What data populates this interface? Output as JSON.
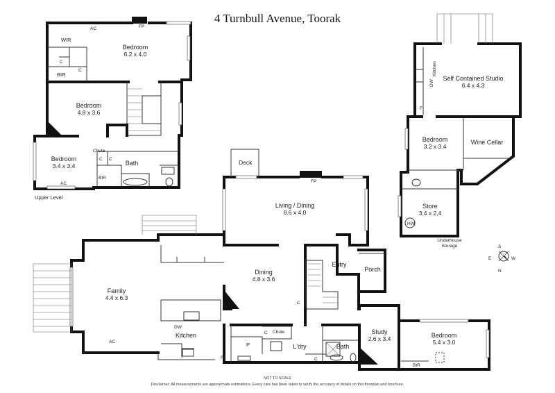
{
  "title": "4 Turnbull Avenue, Toorak",
  "level_label": "Upper Level",
  "rooms": {
    "bedroom_upper_master": {
      "name": "Bedroom",
      "dim": "6.2 x 4.0"
    },
    "bedroom_upper_mid": {
      "name": "Bedroom",
      "dim": "4.8 x 3.6"
    },
    "bedroom_upper_small": {
      "name": "Bedroom",
      "dim": "3.4 x 3.4"
    },
    "studio": {
      "name": "Self Contained Studio",
      "dim": "6.4 x 4.3"
    },
    "bedroom_studio": {
      "name": "Bedroom",
      "dim": "3.2 x 3.4"
    },
    "wine_cellar": {
      "name": "Wine Cellar"
    },
    "store": {
      "name": "Store",
      "dim": "3.4 x 2.4"
    },
    "living": {
      "name": "Living / Dining",
      "dim": "8.6 x 4.0"
    },
    "family": {
      "name": "Family",
      "dim": "4.4 x 6.3"
    },
    "dining": {
      "name": "Dining",
      "dim": "4.8 x 3.6"
    },
    "entry": {
      "name": "Entry"
    },
    "porch": {
      "name": "Porch"
    },
    "study": {
      "name": "Study",
      "dim": "2.6 x 3.4"
    },
    "bedroom_ground": {
      "name": "Bedroom",
      "dim": "5.4 x 3.0"
    },
    "kitchen": {
      "name": "Kitchen"
    },
    "laundry": {
      "name": "L'dry"
    },
    "bath_ground": {
      "name": "Bath"
    },
    "bath_upper": {
      "name": "Bath"
    },
    "deck": {
      "name": "Deck"
    },
    "pantry": {
      "name": "P"
    }
  },
  "fixtures": {
    "wir": "WIR",
    "bir": "BIR",
    "c": "C",
    "ac": "AC",
    "fp": "FP",
    "chute": "Chute",
    "dw": "DW",
    "kitchen_vertical": "Kitchen",
    "f": "F",
    "hw": "HW",
    "underhouse": [
      "Underhouse",
      "Storage"
    ]
  },
  "compass": {
    "n": "N",
    "s": "S",
    "e": "E",
    "w": "W"
  },
  "not_to_scale": "NOT TO SCALE",
  "disclaimer": "Disclaimer: All measurements are approximate estimations. Every care has been taken to verify the accuracy of details on this floorplan and brochure."
}
